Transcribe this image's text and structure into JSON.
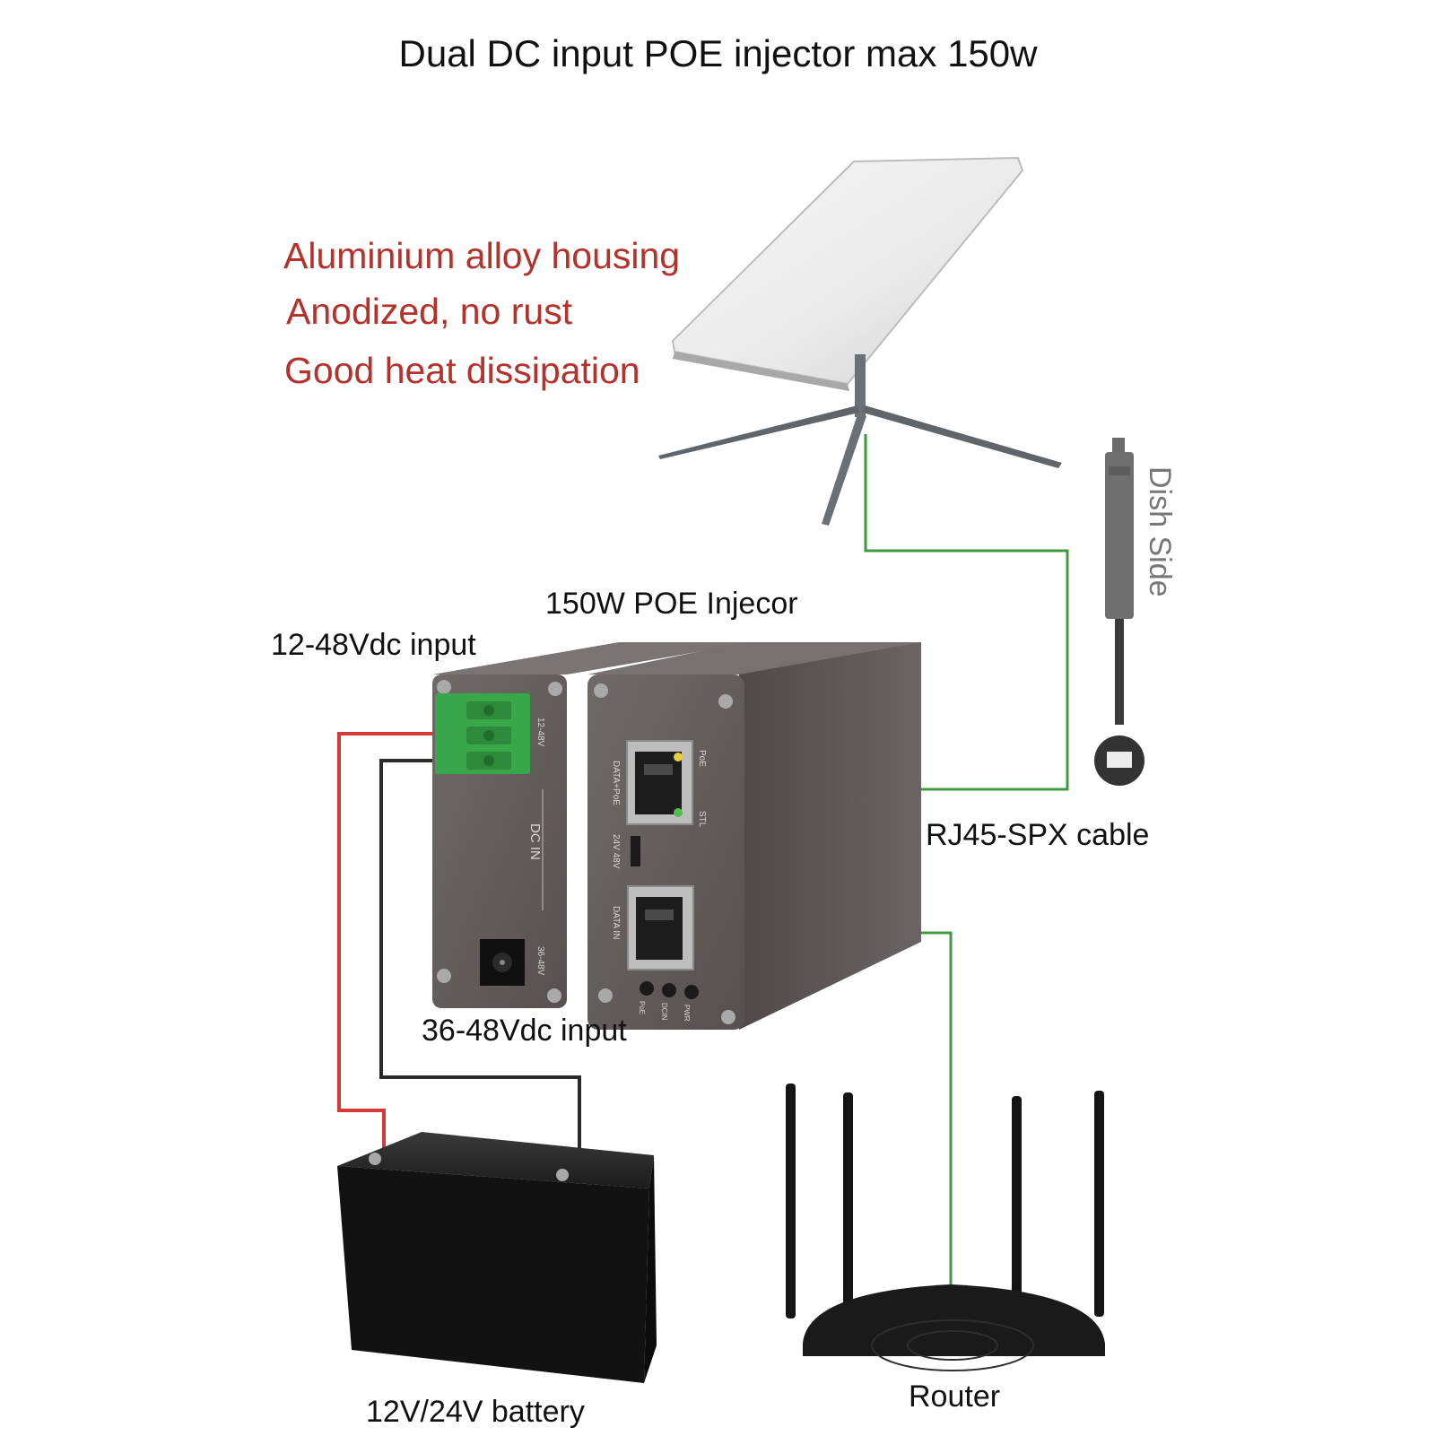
{
  "title": "Dual DC input POE injector max 150w",
  "features": [
    "Aluminium alloy housing",
    "Anodized, no rust",
    "Good heat dissipation"
  ],
  "callouts": {
    "injector": "150W POE Injecor",
    "input_12_48": "12-48Vdc input",
    "input_36_48": "36-48Vdc input",
    "cable": "RJ45-SPX cable",
    "battery": "12V/24V battery",
    "router": "Router",
    "dish_side": "Dish Side"
  },
  "device_markings": {
    "terminal_label": "12-48V",
    "dc_in": "DC IN",
    "barrel_label": "36-48V",
    "port_poe": "DATA+PoE",
    "led_poe": "PoE",
    "led_stl": "STL",
    "switch_label": "24V 48V",
    "port_data_in": "DATA IN",
    "leds_bottom": [
      "PoE",
      "DCIN",
      "PWR"
    ]
  },
  "colors": {
    "feature_text": "#b5312b",
    "positive_wire": "#d63a36",
    "negative_wire": "#2a2a2a",
    "network_cable": "#3f9a3f",
    "terminal_block": "#3aa64a",
    "housing": "#5f5a58"
  }
}
